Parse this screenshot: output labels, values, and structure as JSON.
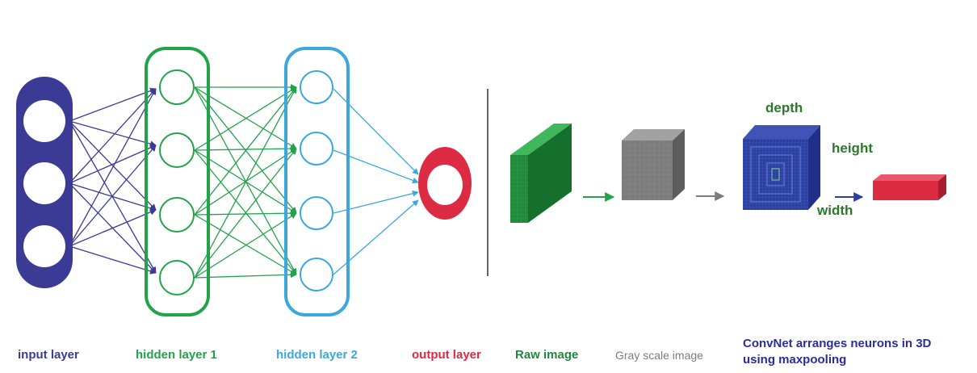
{
  "labels": {
    "input_layer": "input layer",
    "hidden_layer_1": "hidden layer 1",
    "hidden_layer_2": "hidden layer 2",
    "output_layer": "output layer",
    "raw_image": "Raw image",
    "gray_scale_image": "Gray scale image",
    "convnet_line1": "ConvNet arranges neurons in 3D",
    "convnet_line2": "using maxpooling"
  },
  "dimensions": {
    "depth": "depth",
    "height": "height",
    "width": "width"
  },
  "network": {
    "input_neurons": 3,
    "hidden1_neurons": 4,
    "hidden2_neurons": 4,
    "output_neurons": 1
  },
  "colors": {
    "input": "#3b3b96",
    "hidden1": "#22a34a",
    "hidden2": "#3aa8dc",
    "output": "#dc2b43",
    "raw": "#1f8a3a",
    "gray": "#7c7c7c",
    "convnet": "#2c3fa0",
    "convnet_text": "#2a2e9a",
    "dim_text": "#2a7a2a"
  }
}
